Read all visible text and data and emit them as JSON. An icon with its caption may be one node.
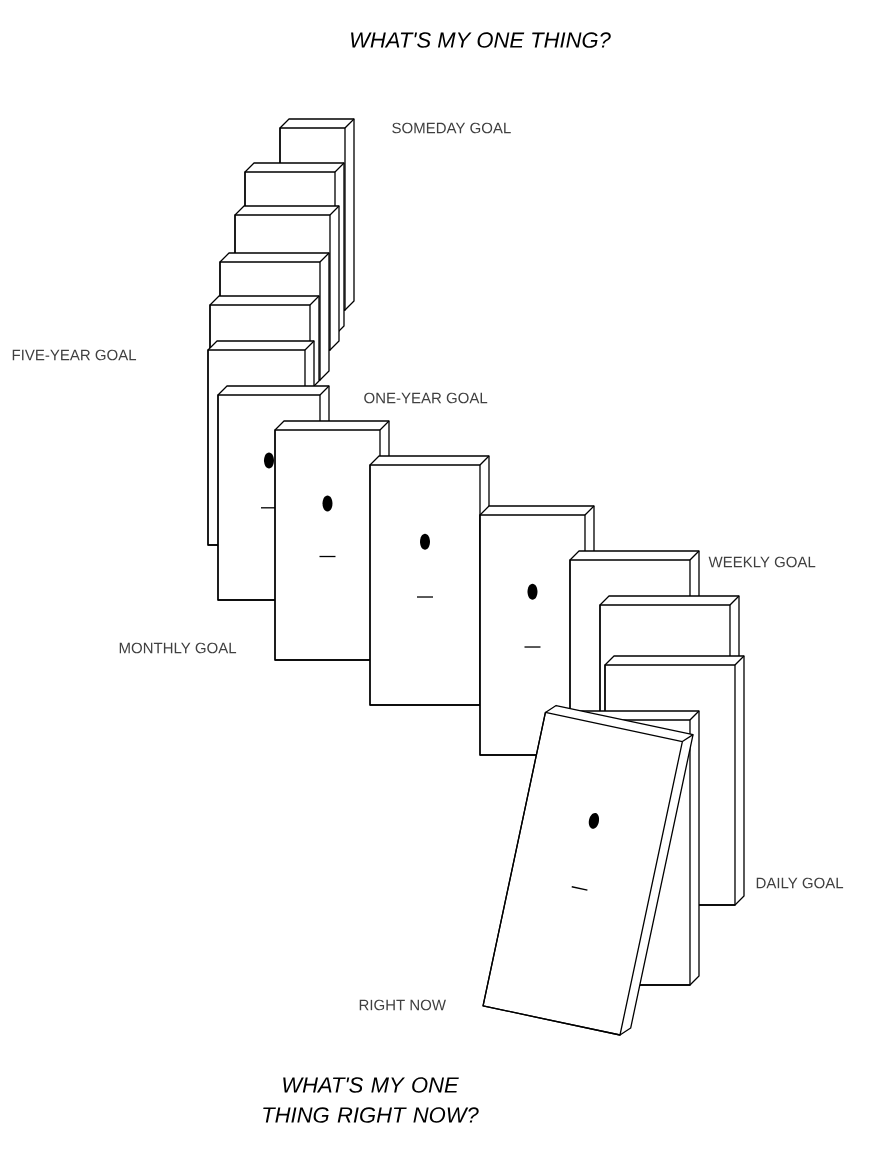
{
  "diagram": {
    "title": "WHAT'S MY ONE THING?",
    "caption": "WHAT'S MY ONE THING RIGHT NOW?",
    "labels": [
      "SOMEDAY GOAL",
      "FIVE-YEAR GOAL",
      "ONE-YEAR GOAL",
      "WEEKLY GOAL",
      "MONTHLY GOAL",
      "DAILY GOAL",
      "RIGHT NOW"
    ]
  }
}
